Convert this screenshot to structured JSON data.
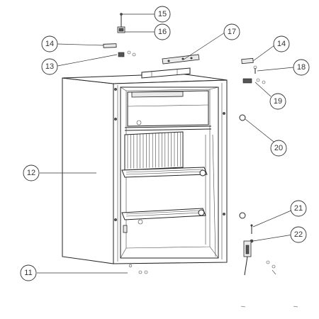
{
  "callouts": [
    {
      "id": "c11",
      "label": "11"
    },
    {
      "id": "c12",
      "label": "12"
    },
    {
      "id": "c13",
      "label": "13"
    },
    {
      "id": "c14a",
      "label": "14"
    },
    {
      "id": "c14b",
      "label": "14"
    },
    {
      "id": "c15",
      "label": "15"
    },
    {
      "id": "c16",
      "label": "16"
    },
    {
      "id": "c17",
      "label": "17"
    },
    {
      "id": "c18",
      "label": "18"
    },
    {
      "id": "c19",
      "label": "19"
    },
    {
      "id": "c20",
      "label": "20"
    },
    {
      "id": "c21",
      "label": "21"
    },
    {
      "id": "c22",
      "label": "22"
    }
  ]
}
